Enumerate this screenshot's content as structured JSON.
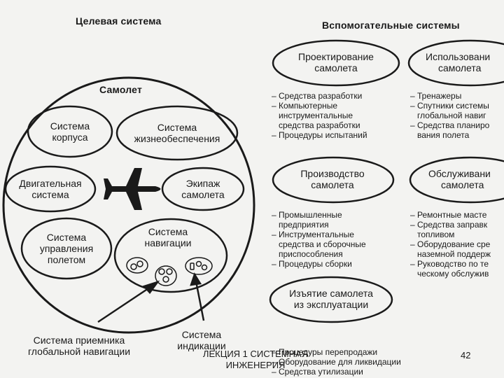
{
  "headers": {
    "target": "Целевая система",
    "support": "Вспомогательные системы"
  },
  "aircraft": {
    "title": "Самолет",
    "subsystems": {
      "hull": [
        "Система",
        "корпуса"
      ],
      "life_support": [
        "Система",
        "жизнеобеспечения"
      ],
      "engine": [
        "Двигательная",
        "система"
      ],
      "crew": [
        "Экипаж",
        "самолета"
      ],
      "flight_control": [
        "Система",
        "управления",
        "полетом"
      ],
      "navigation": [
        "Система",
        "навигации"
      ]
    }
  },
  "external_labels": {
    "gnss_receiver": [
      "Система приемника",
      "глобальной навигации"
    ],
    "indication": [
      "Система",
      "индикации"
    ]
  },
  "support_systems": {
    "design": {
      "ellipse": [
        "Проектирование",
        "самолета"
      ],
      "items": [
        "– Средства разработки",
        "– Компьютерные",
        "инструментальные",
        "средства разработки",
        "– Процедуры испытаний"
      ]
    },
    "usage": {
      "ellipse": [
        "Использовани",
        "самолета"
      ],
      "items": [
        "– Тренажеры",
        "– Спутники системы",
        "глобальной навиг",
        "– Средства планиро",
        "вания полета"
      ]
    },
    "production": {
      "ellipse": [
        "Производство",
        "самолета"
      ],
      "items": [
        "– Промышленные",
        "предприятия",
        "– Инструментальные",
        "средства и сборочные",
        "приспособления",
        "– Процедуры сборки"
      ]
    },
    "maintenance": {
      "ellipse": [
        "Обслуживани",
        "самолета"
      ],
      "items": [
        "– Ремонтные масте",
        "– Средства заправк",
        "топливом",
        "– Оборудование сре",
        "наземной поддерж",
        "– Руководство по те",
        "ческому обслужив"
      ]
    },
    "decommission": {
      "ellipse": [
        "Изъятие самолета",
        "из эксплуатации"
      ],
      "items": [
        "– Процедуры перепродажи",
        "– Оборудование для ликвидации",
        "– Средства утилизации"
      ]
    }
  },
  "footer": {
    "lecture": [
      "ЛЕКЦИЯ 1 СИСТЕМНАЯ",
      "ИНЖЕНЕРИЯ"
    ],
    "page": "42"
  },
  "colors": {
    "ink": "#1a1a1a",
    "paper": "#f3f3f1"
  }
}
